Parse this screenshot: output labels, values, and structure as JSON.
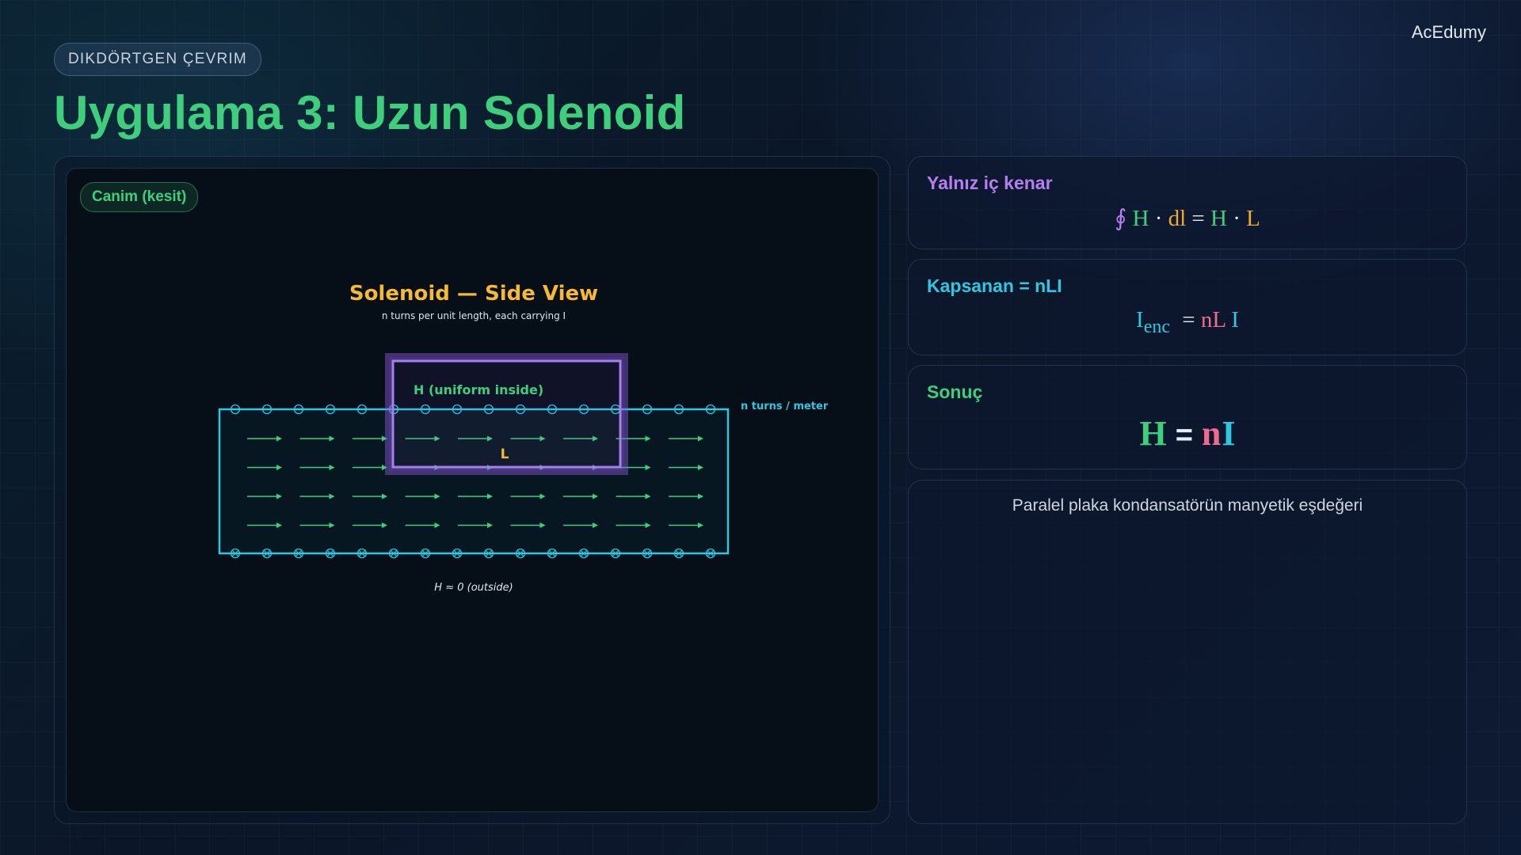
{
  "brand": "AcEdumy",
  "section_tag": "DIKDÖRTGEN ÇEVRIM",
  "title": "Uygulama 3: Uzun Solenoid",
  "canvas": {
    "badge": "Canim (kesit)",
    "diagram": {
      "title": "Solenoid — Side View",
      "subtitle": "n turns per unit length, each carrying I",
      "h_label": "H  (uniform inside)",
      "l_label": "L",
      "turns_label": "n turns / meter",
      "outside_label": "H ≈ 0   (outside)",
      "turns_per_side": 16,
      "arrow_rows": 4,
      "arrows_per_row": 9
    }
  },
  "cards": [
    {
      "title": "Yalnız iç kenar",
      "equation": {
        "oint": "∮",
        "H1": "H",
        "dot1": "·",
        "dl": "dl",
        "eq": "=",
        "H2": "H",
        "dot2": "·",
        "L": "L"
      }
    },
    {
      "title": "Kapsanan = nLI",
      "equation": {
        "I": "I",
        "sub": "enc",
        "eq": "=",
        "nL": "nL",
        "I2": "I"
      }
    },
    {
      "title": "Sonuç",
      "equation": {
        "H": "H",
        "eq": "=",
        "n": "n",
        "I": "I"
      }
    },
    {
      "note": "Paralel plaka kondansatörün manyetik eşdeğeri"
    }
  ],
  "colors": {
    "green": "#3ecf7c",
    "purple": "#b77ef0",
    "cyan": "#2ec8e0",
    "orange": "#f0a830",
    "pink": "#f06a8c",
    "yellow": "#f5b935"
  }
}
